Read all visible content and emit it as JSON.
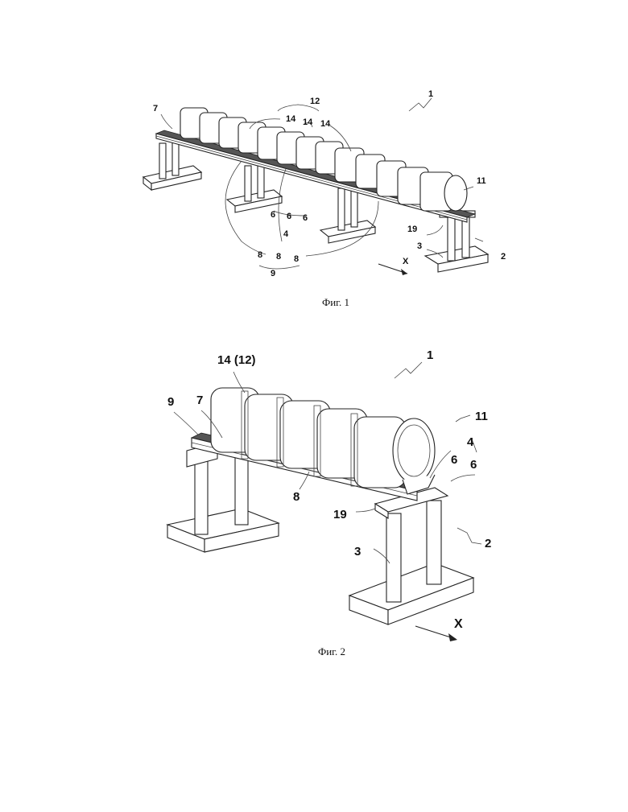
{
  "figure1": {
    "caption": "Фиг. 1",
    "labels": {
      "l1": "1",
      "l7": "7",
      "l12": "12",
      "l14a": "14",
      "l14b": "14",
      "l14c": "14",
      "l11": "11",
      "l6a": "6",
      "l6b": "6",
      "l6c": "6",
      "l4": "4",
      "l19": "19",
      "l3": "3",
      "l2": "2",
      "l8a": "8",
      "l8b": "8",
      "l8c": "8",
      "l9": "9",
      "lx": "X"
    }
  },
  "figure2": {
    "caption": "Фиг. 2",
    "labels": {
      "l14_12": "14 (12)",
      "l1": "1",
      "l9": "9",
      "l7": "7",
      "l11": "11",
      "l4": "4",
      "l6a": "6",
      "l6b": "6",
      "l8": "8",
      "l19": "19",
      "l2": "2",
      "l3": "3",
      "lx": "X"
    }
  }
}
